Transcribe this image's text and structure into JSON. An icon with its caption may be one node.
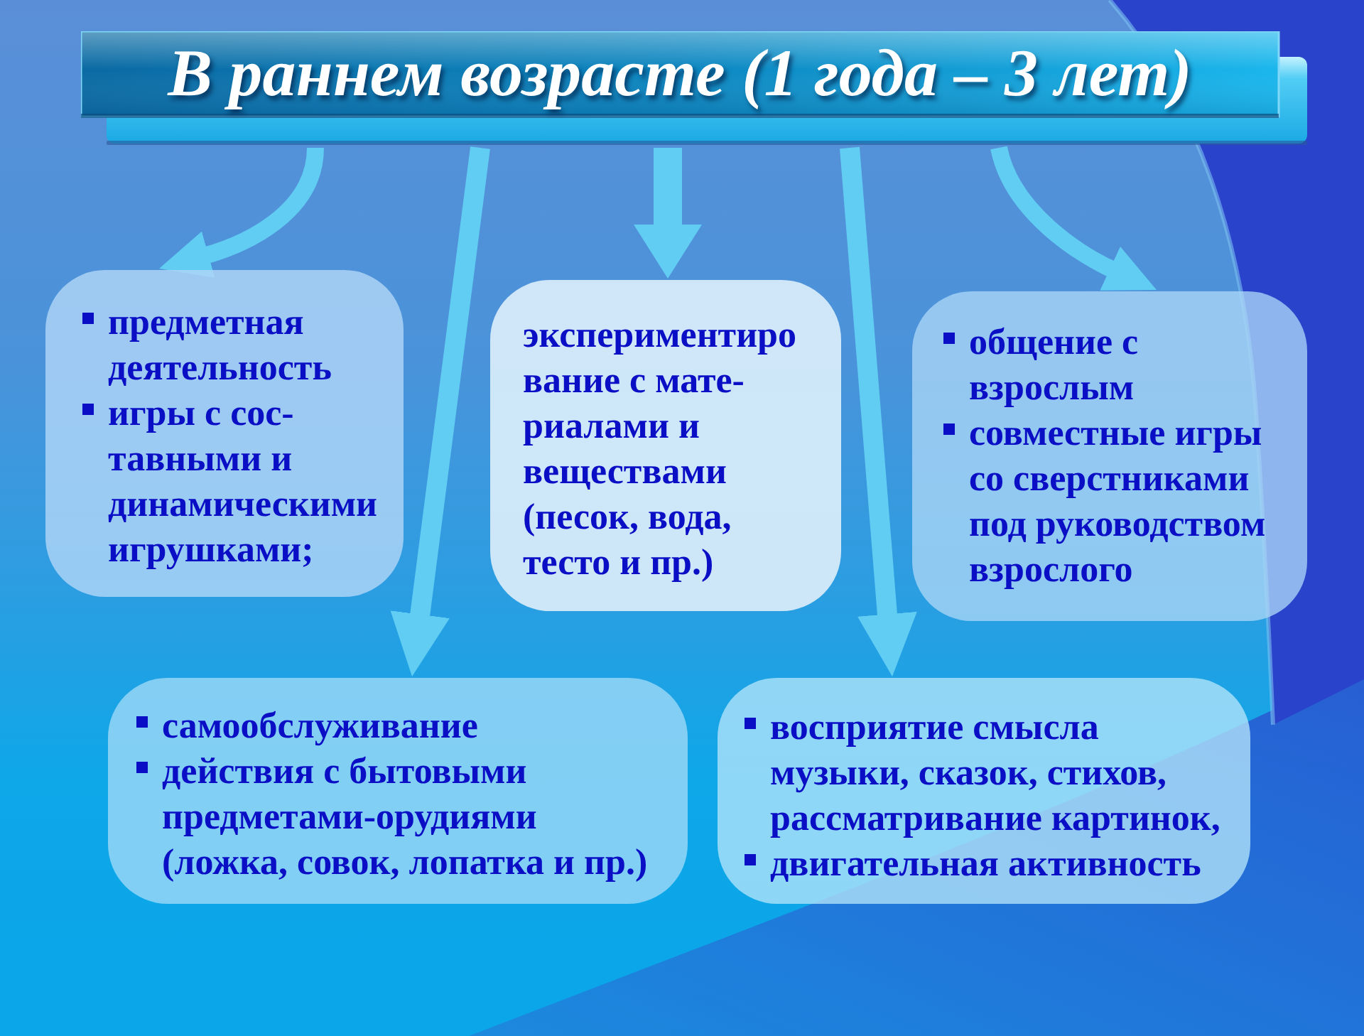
{
  "diagram": {
    "nodes": [
      {
        "text": [
          "В раннем возрасте (1 года – 3 лет)"
        ]
      },
      {
        "text": [
          "предметная деятельность",
          "игры с сос- тавными и динамическими игрушками;"
        ]
      },
      {
        "text": [
          "экспериментиро вание с мате- риалами и веществами (песок, вода, тесто и пр.)"
        ]
      },
      {
        "text": [
          "общение с взрослым",
          "совместные игры со сверстниками под руководством взрослого"
        ]
      },
      {
        "text": [
          "самообслуживание",
          "действия с бытовыми предметами-орудиями (ложка, совок, лопатка и пр.)"
        ]
      },
      {
        "text": [
          "восприятие смысла музыки, сказок, стихов, рассматривание картинок,",
          "двигательная активность"
        ]
      }
    ],
    "edges": [
      {
        "from": 0,
        "to": 1,
        "arrow": "to"
      },
      {
        "from": 0,
        "to": 2,
        "arrow": "to"
      },
      {
        "from": 0,
        "to": 3,
        "arrow": "to"
      },
      {
        "from": 0,
        "to": 4,
        "arrow": "to"
      },
      {
        "from": 0,
        "to": 5,
        "arrow": "to"
      }
    ]
  }
}
